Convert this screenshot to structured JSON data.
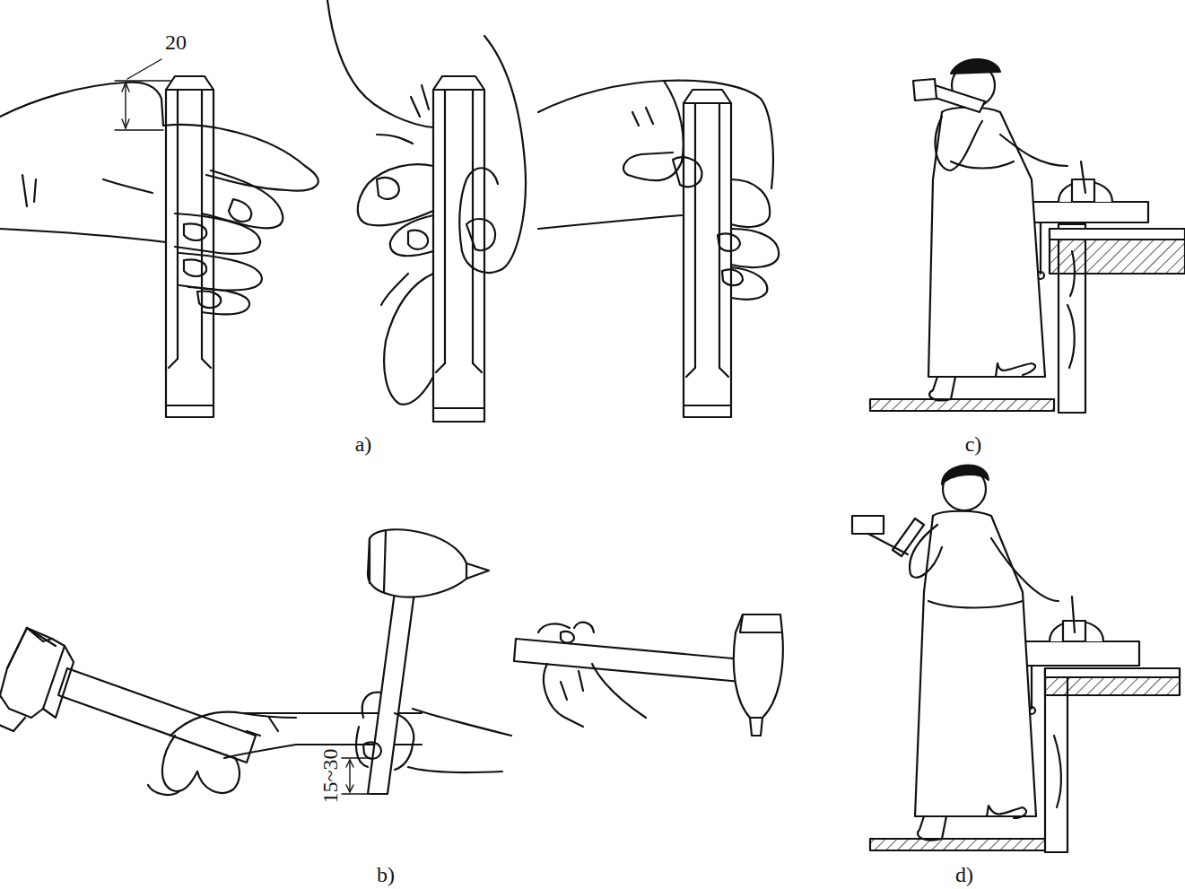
{
  "diagram": {
    "labels": [
      "20",
      "a)",
      "15~30",
      "b)",
      "c)",
      "d)"
    ]
  }
}
